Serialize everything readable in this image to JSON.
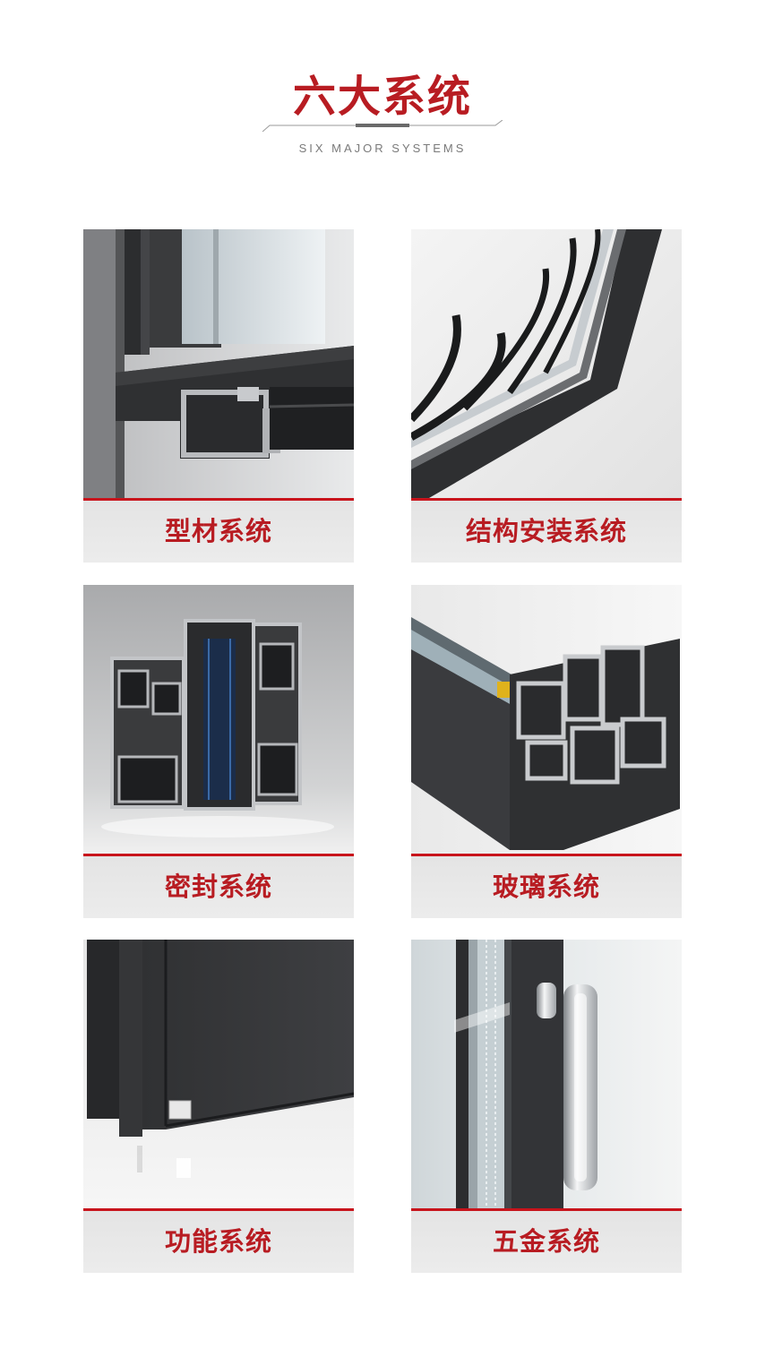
{
  "header": {
    "title": "六大系统",
    "subtitle": "SIX MAJOR SYSTEMS"
  },
  "systems": [
    {
      "label": "型材系统"
    },
    {
      "label": "结构安装系统"
    },
    {
      "label": "密封系统"
    },
    {
      "label": "玻璃系统"
    },
    {
      "label": "功能系统"
    },
    {
      "label": "五金系统"
    }
  ],
  "colors": {
    "accent": "#b81c22",
    "aluminum_dark": "#2b2c2e",
    "label_bg": "#e6e6e6"
  }
}
